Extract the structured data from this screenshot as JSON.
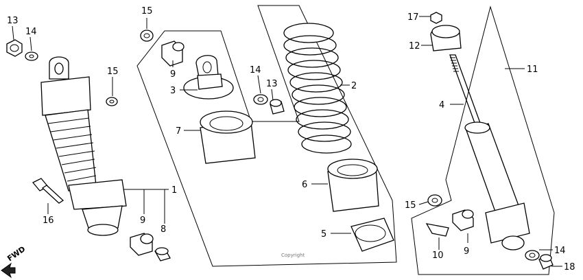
{
  "callouts": {
    "c13a": "13",
    "c14a": "14",
    "c15a": "15",
    "c15b": "15",
    "c9a": "9",
    "c3": "3",
    "c7": "7",
    "c14b": "14",
    "c13b": "13",
    "c2": "2",
    "c6": "6",
    "c5": "5",
    "c1": "1",
    "c9b": "9",
    "c8": "8",
    "c16": "16",
    "c17": "17",
    "c12": "12",
    "c11": "11",
    "c4": "4",
    "c15c": "15",
    "c9c": "9",
    "c10": "10",
    "c14c": "14",
    "c18": "18"
  },
  "fwd_label": "FWD",
  "copyright": "Copyright"
}
